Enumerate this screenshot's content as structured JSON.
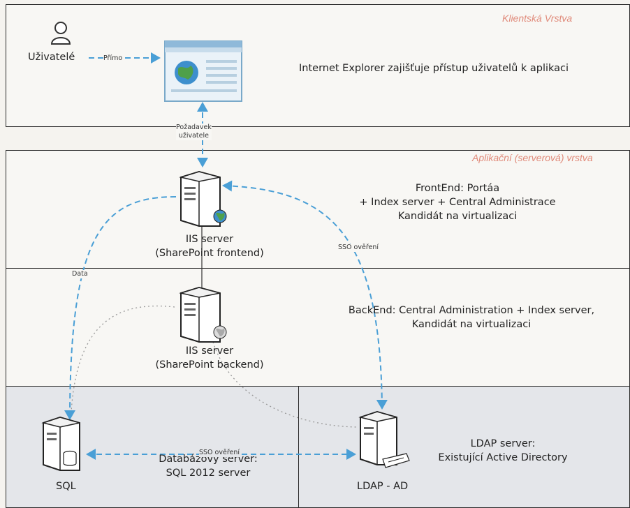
{
  "layers": {
    "client_title": "Klientská Vrstva",
    "app_title": "Aplikační (serverová) vrstva"
  },
  "client": {
    "users_label": "Uživatelé",
    "direct_label": "Přímo",
    "ie_description": "Internet Explorer zajišťuje přístup uživatelů k aplikaci",
    "request_label_line1": "Požadavek",
    "request_label_line2": "uživatele"
  },
  "frontend": {
    "server_name": "IIS server",
    "server_role": "(SharePoint frontend)",
    "desc_line1": "FrontEnd: Portáa",
    "desc_line2": "+ Index server + Central Administrace",
    "desc_line3": "Kandidát na virtualizaci",
    "sso_label": "SSO ověření",
    "data_label": "Data"
  },
  "backend": {
    "server_name": "IIS server",
    "server_role": "(SharePoint backend)",
    "desc_line1": "BackEnd: Central Administration + Index server,",
    "desc_line2": "Kandidát na virtualizaci"
  },
  "database": {
    "server_label": "SQL",
    "desc_line1": "Databázový server:",
    "desc_line2": "SQL 2012 server",
    "sso_label": "SSO ověření"
  },
  "ldap": {
    "server_label": "LDAP - AD",
    "desc_line1": "LDAP server:",
    "desc_line2": "Existující Active Directory"
  },
  "colors": {
    "connector": "#4a9fd6",
    "layer_title": "#e08a7a",
    "db_layer_bg": "#e4e6ea"
  }
}
